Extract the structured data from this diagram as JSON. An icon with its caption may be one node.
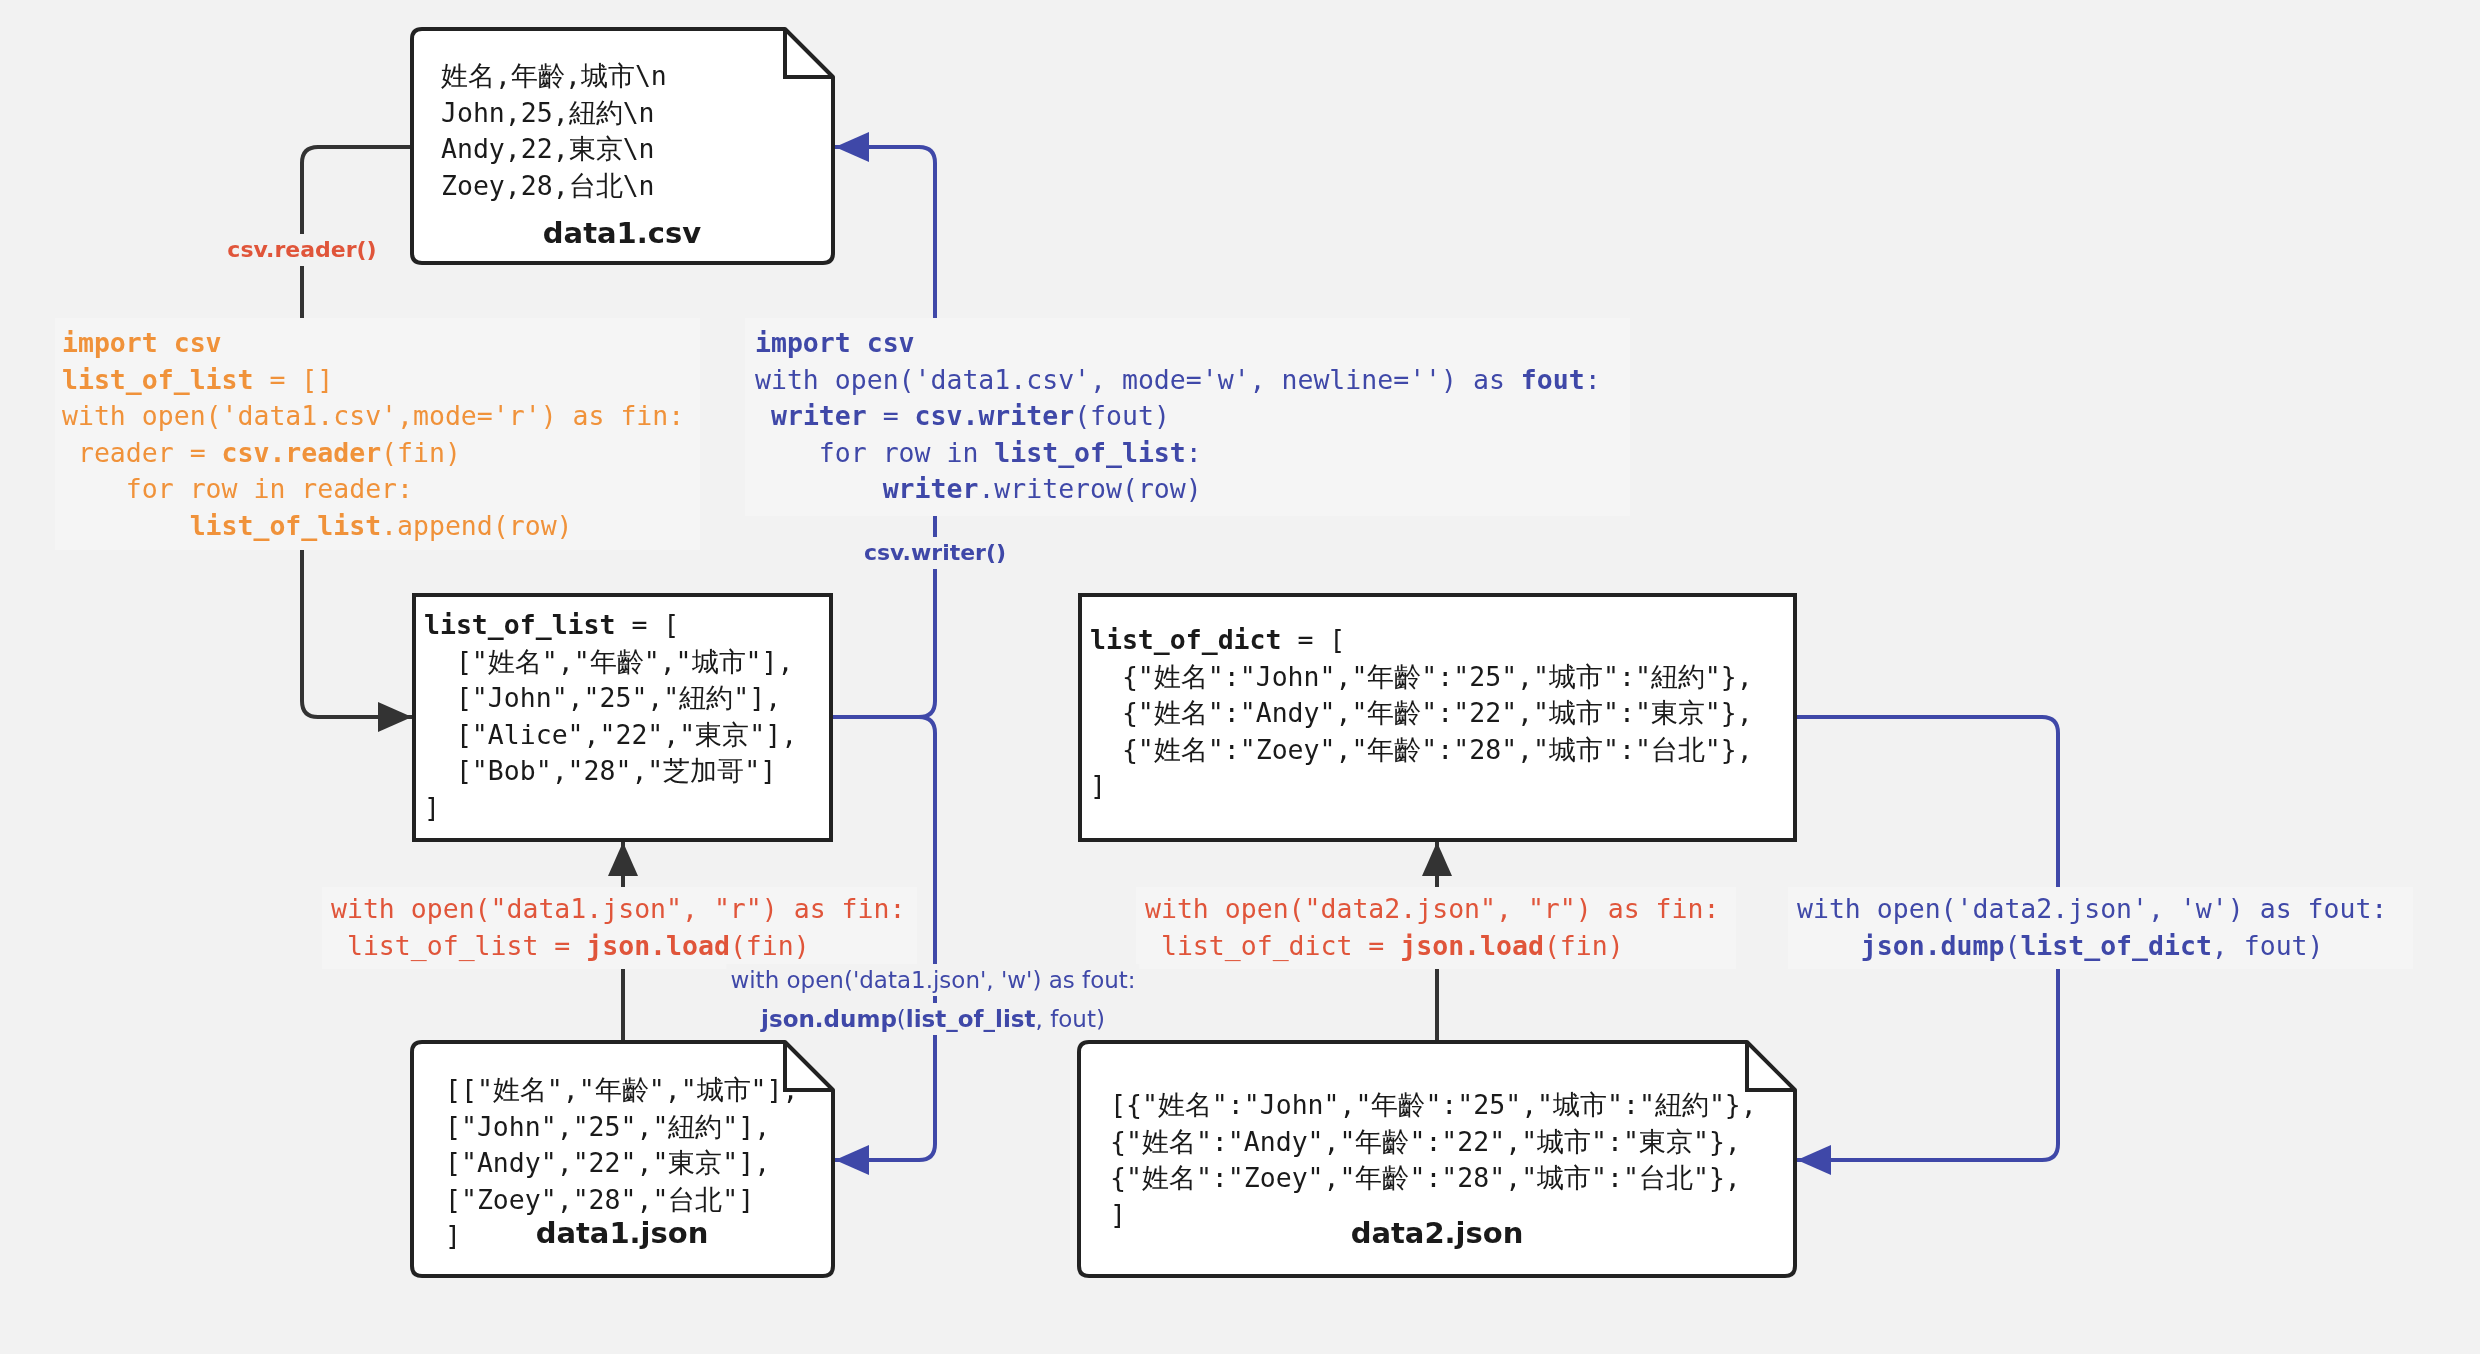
{
  "diagram": {
    "nodes": [
      {
        "text": [
          "姓名,年齡,城市\\n",
          "John,25,紐約\\n",
          "Andy,22,東京\\n",
          "Zoey,28,台北\\n",
          "data1.csv"
        ]
      },
      {
        "text": [
          "**list_of_list** = [",
          "  [\"姓名\",\"年齡\",\"城市\"],",
          "  [\"John\",\"25\",\"紐約\"],",
          "  [\"Alice\",\"22\",\"東京\"],",
          "  [\"Bob\",\"28\",\"芝加哥\"]",
          "]"
        ]
      },
      {
        "text": [
          "**list_of_dict** = [",
          "  {\"姓名\":\"John\",\"年齡\":\"25\",\"城市\":\"紐約\"},",
          "  {\"姓名\":\"Andy\",\"年齡\":\"22\",\"城市\":\"東京\"},",
          "  {\"姓名\":\"Zoey\",\"年齡\":\"28\",\"城市\":\"台北\"},",
          "]"
        ]
      },
      {
        "text": [
          "[[\"姓名\",\"年齡\",\"城市\"],",
          "[\"John\",\"25\",\"紐約\"],",
          "[\"Andy\",\"22\",\"東京\"],",
          "[\"Zoey\",\"28\",\"台北\"]",
          "]",
          "data1.json"
        ]
      },
      {
        "text": [
          "[{\"姓名\":\"John\",\"年齡\":\"25\",\"城市\":\"紐約\"},",
          "{\"姓名\":\"Andy\",\"年齡\":\"22\",\"城市\":\"東京\"},",
          "{\"姓名\":\"Zoey\",\"年齡\":\"28\",\"城市\":\"台北\"},",
          "]",
          "data2.json"
        ]
      }
    ],
    "edges": [
      {
        "from": 0,
        "to": 1,
        "arrow": "to",
        "label": "csv.reader()"
      },
      {
        "from": 1,
        "to": 0,
        "arrow": "to",
        "label": "csv.writer()",
        "color": "#3f48a8"
      },
      {
        "from": 1,
        "to": 3,
        "arrow": "to",
        "color": "#3f48a8"
      },
      {
        "from": 3,
        "to": 1,
        "arrow": "to"
      },
      {
        "from": 4,
        "to": 2,
        "arrow": "to"
      },
      {
        "from": 2,
        "to": 4,
        "arrow": "to",
        "color": "#3f48a8"
      }
    ],
    "labels": [
      "**import csv**",
      "**list_of_list** = []",
      "with open('data1.csv',mode='r') as fin:",
      " reader = **csv.reader**(fin)",
      "    for row in reader:",
      "        **list_of_list**.append(row)",
      "**import csv**",
      "with open('data1.csv', mode='w', newline='') as **fout**:",
      " **writer** = **csv.writer**(fout)",
      "    for row in **list_of_list**:",
      "        **writer**.writerow(row)",
      "with open(\"data1.json\", \"r\") as fin:",
      " list_of_list = **json.load**(fin)",
      "with open(\"data2.json\", \"r\") as fin:",
      " list_of_dict = **json.load**(fin)",
      "with open('data2.json', 'w') as fout:",
      "    **json.dump**(**list_of_dict**, fout)",
      "with open('data1.json', 'w') as fout:",
      "**json.dump**(**list_of_list**, fout)"
    ]
  }
}
